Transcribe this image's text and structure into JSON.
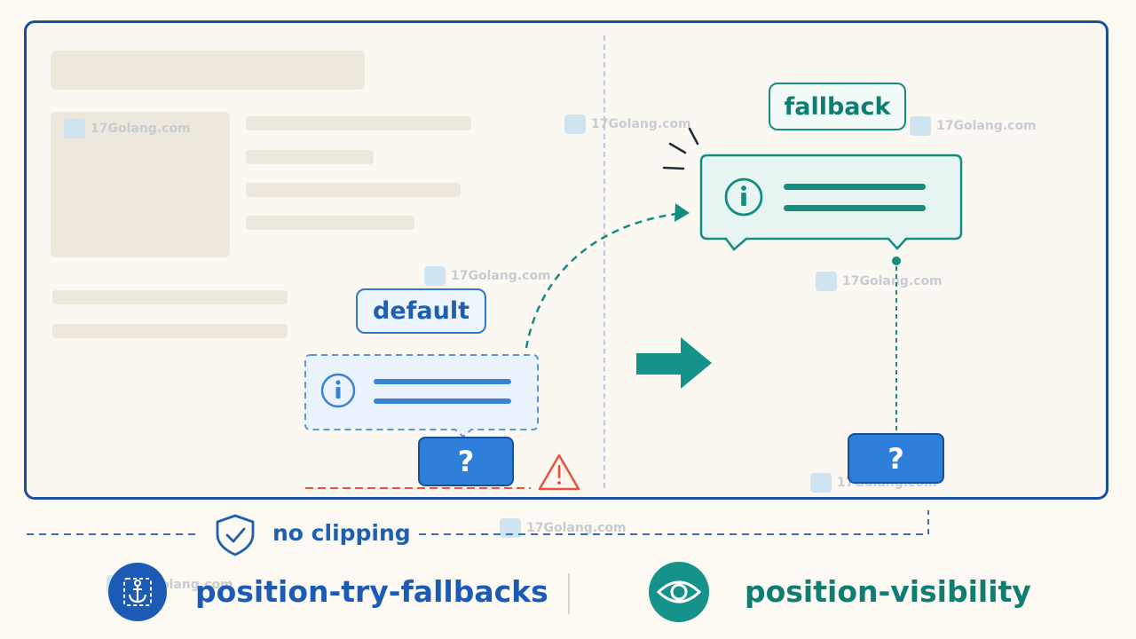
{
  "labels": {
    "default": "default",
    "fallback": "fallback",
    "question": "?",
    "no_clipping": "no clipping",
    "position_try_fallbacks": "position-try-fallbacks",
    "position_visibility": "position-visibility"
  },
  "watermark": "17Golang.com",
  "colors": {
    "blue_primary": "#2f78cc",
    "blue_dark": "#1a4f9c",
    "teal": "#138d80",
    "teal_dark": "#0f7d72",
    "warning_red": "#e5553b",
    "background": "#fcf9f2"
  },
  "icons": {
    "info": "info-icon",
    "warning": "warning-icon",
    "arrow": "arrow-right-icon",
    "shield": "shield-check-icon",
    "anchor": "anchor-icon",
    "eye": "eye-icon"
  }
}
